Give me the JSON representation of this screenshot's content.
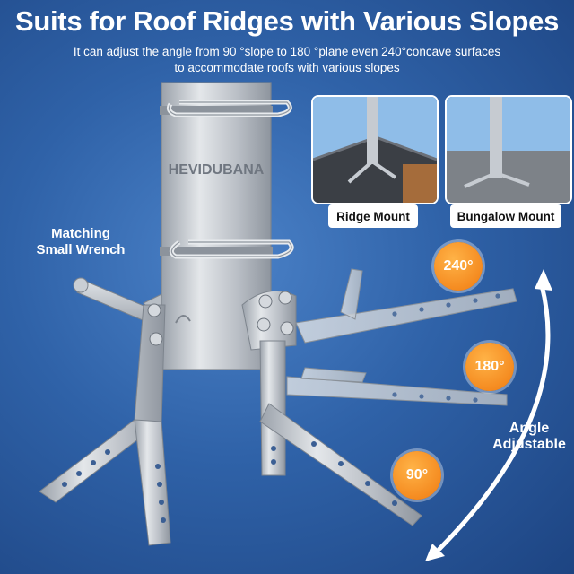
{
  "title": "Suits for Roof Ridges with Various Slopes",
  "subtitle_line1": "It can adjust the angle from 90 °slope to 180 °plane even 240°concave surfaces",
  "subtitle_line2": "to accommodate roofs with various slopes",
  "brand": "HEVIDUBANA",
  "wrench_line1": "Matching",
  "wrench_line2": "Small Wrench",
  "photos": [
    {
      "caption": "Ridge Mount"
    },
    {
      "caption": "Bungalow Mount"
    }
  ],
  "angles": [
    "240°",
    "180°",
    "90°"
  ],
  "angle_label_line1": "Angle",
  "angle_label_line2": "Adjustable",
  "colors": {
    "background": "#2f62a8",
    "badge": "#f5891a",
    "metal": "#c4c9d0",
    "text": "#ffffff"
  }
}
